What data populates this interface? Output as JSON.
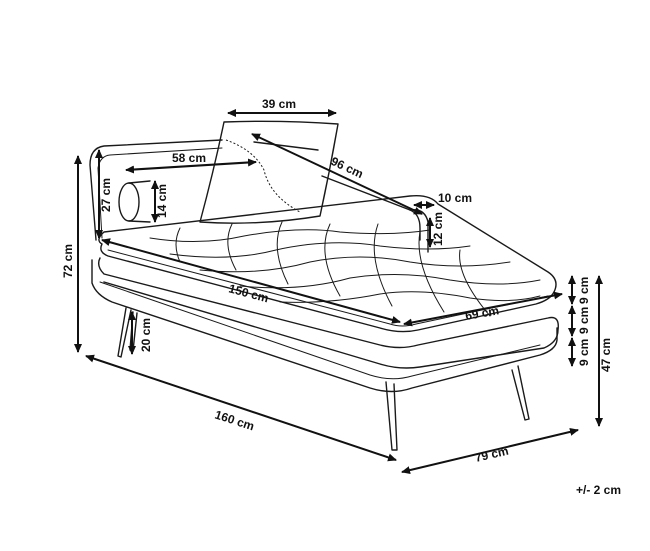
{
  "dimensions": {
    "pillow_width": "39 cm",
    "pillow_diagonal": "96 cm",
    "back_inner_width": "58 cm",
    "back_height": "27 cm",
    "bolster_diameter": "14 cm",
    "armrest_width": "10 cm",
    "armrest_height": "12 cm",
    "total_height": "72 cm",
    "seat_length": "150 cm",
    "seat_depth": "69 cm",
    "leg_height": "20 cm",
    "total_length": "160 cm",
    "total_depth": "79 cm",
    "seat_total_height": "47 cm",
    "cushion_top": "9 cm",
    "cushion_middle": "9 cm",
    "cushion_bottom": "9 cm"
  },
  "tolerance": "+/- 2 cm",
  "colors": {
    "ink": "#111111",
    "background": "#ffffff"
  }
}
